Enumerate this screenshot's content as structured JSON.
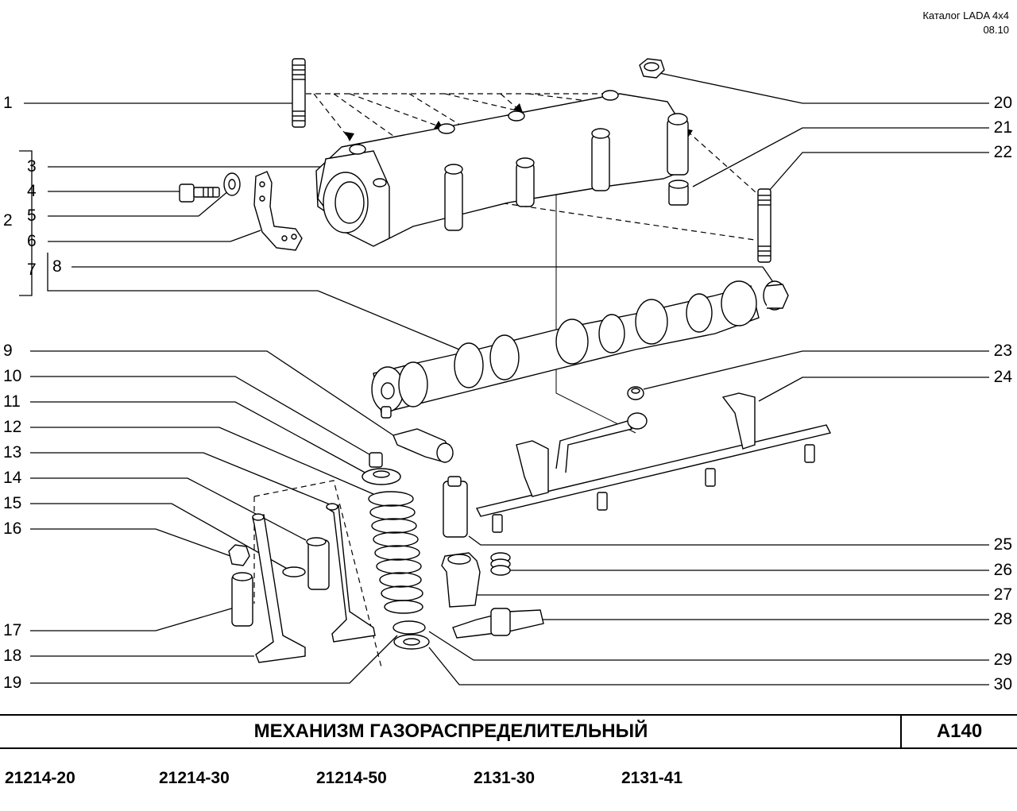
{
  "header": {
    "catalog": "Каталог  LADA  4x4",
    "date": "08.10"
  },
  "callouts": {
    "c1": "1",
    "c2": "2",
    "c3": "3",
    "c4": "4",
    "c5": "5",
    "c6": "6",
    "c7": "7",
    "c8": "8",
    "c9": "9",
    "c10": "10",
    "c11": "11",
    "c12": "12",
    "c13": "13",
    "c14": "14",
    "c15": "15",
    "c16": "16",
    "c17": "17",
    "c18": "18",
    "c19": "19",
    "c20": "20",
    "c21": "21",
    "c22": "22",
    "c23": "23",
    "c24": "24",
    "c25": "25",
    "c26": "26",
    "c27": "27",
    "c28": "28",
    "c29": "29",
    "c30": "30"
  },
  "title": {
    "text": "МЕХАНИЗМ   ГАЗОРАСПРЕДЕЛИТЕЛЬНЫЙ",
    "code": "А140"
  },
  "models": [
    "21214-20",
    "21214-30",
    "21214-50",
    "2131-30",
    "2131-41"
  ]
}
